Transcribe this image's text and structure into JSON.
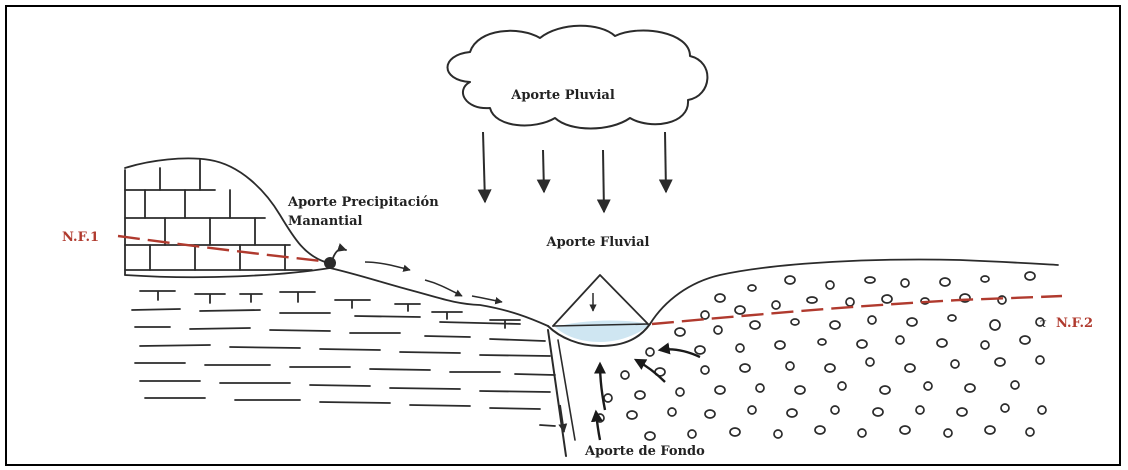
{
  "labels": {
    "rain": "Aporte Pluvial",
    "spring_line1": "Aporte Precipitación",
    "spring_line2": "Manantial",
    "river": "Aporte Fluvial",
    "bottom": "Aporte de Fondo",
    "nf1": "N.F.1",
    "nf2": "N.F.2"
  },
  "colors": {
    "water_table": "#b03a2e",
    "ink": "#2b2b2b",
    "river_water": "#cfe6f2"
  }
}
